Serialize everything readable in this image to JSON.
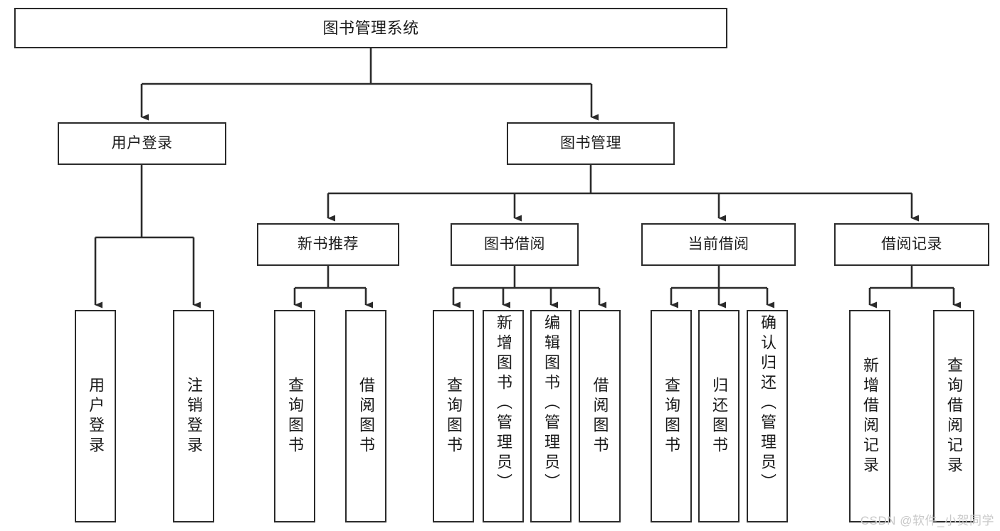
{
  "diagram": {
    "title": "图书管理系统",
    "type": "tree",
    "colors": {
      "node_border": "#2b2b2b",
      "node_fill": "#ffffff",
      "connector": "#2b2b2b",
      "background": "#ffffff",
      "watermark": "#c9c9c9"
    },
    "nodes": {
      "root": {
        "label": "图书管理系统"
      },
      "level2": [
        {
          "id": "user-login",
          "label": "用户登录"
        },
        {
          "id": "book-management",
          "label": "图书管理"
        }
      ],
      "level3": [
        {
          "id": "new-book-recommend",
          "label": "新书推荐"
        },
        {
          "id": "book-borrow",
          "label": "图书借阅"
        },
        {
          "id": "current-borrow",
          "label": "当前借阅"
        },
        {
          "id": "borrow-record",
          "label": "借阅记录"
        }
      ],
      "leaves": {
        "user_login": [
          {
            "id": "leaf-user-login",
            "label": "用户登录"
          },
          {
            "id": "leaf-logout-login",
            "label": "注销登录"
          }
        ],
        "new_book_recommend": [
          {
            "id": "leaf-query-book-1",
            "label": "查询图书"
          },
          {
            "id": "leaf-borrow-book-1",
            "label": "借阅图书"
          }
        ],
        "book_borrow": [
          {
            "id": "leaf-query-book-2",
            "label": "查询图书"
          },
          {
            "id": "leaf-add-book",
            "label": "新增图书（管理员）"
          },
          {
            "id": "leaf-edit-book",
            "label": "编辑图书（管理员）"
          },
          {
            "id": "leaf-borrow-book-2",
            "label": "借阅图书"
          }
        ],
        "current_borrow": [
          {
            "id": "leaf-query-book-3",
            "label": "查询图书"
          },
          {
            "id": "leaf-return-book",
            "label": "归还图书"
          },
          {
            "id": "leaf-confirm-return",
            "label": "确认归还（管理员）"
          }
        ],
        "borrow_record": [
          {
            "id": "leaf-add-borrow-record",
            "label": "新增借阅记录"
          },
          {
            "id": "leaf-query-borrow-record",
            "label": "查询借阅记录"
          }
        ]
      }
    }
  },
  "watermark": {
    "text": "CSDN @软件_小贺同学"
  }
}
